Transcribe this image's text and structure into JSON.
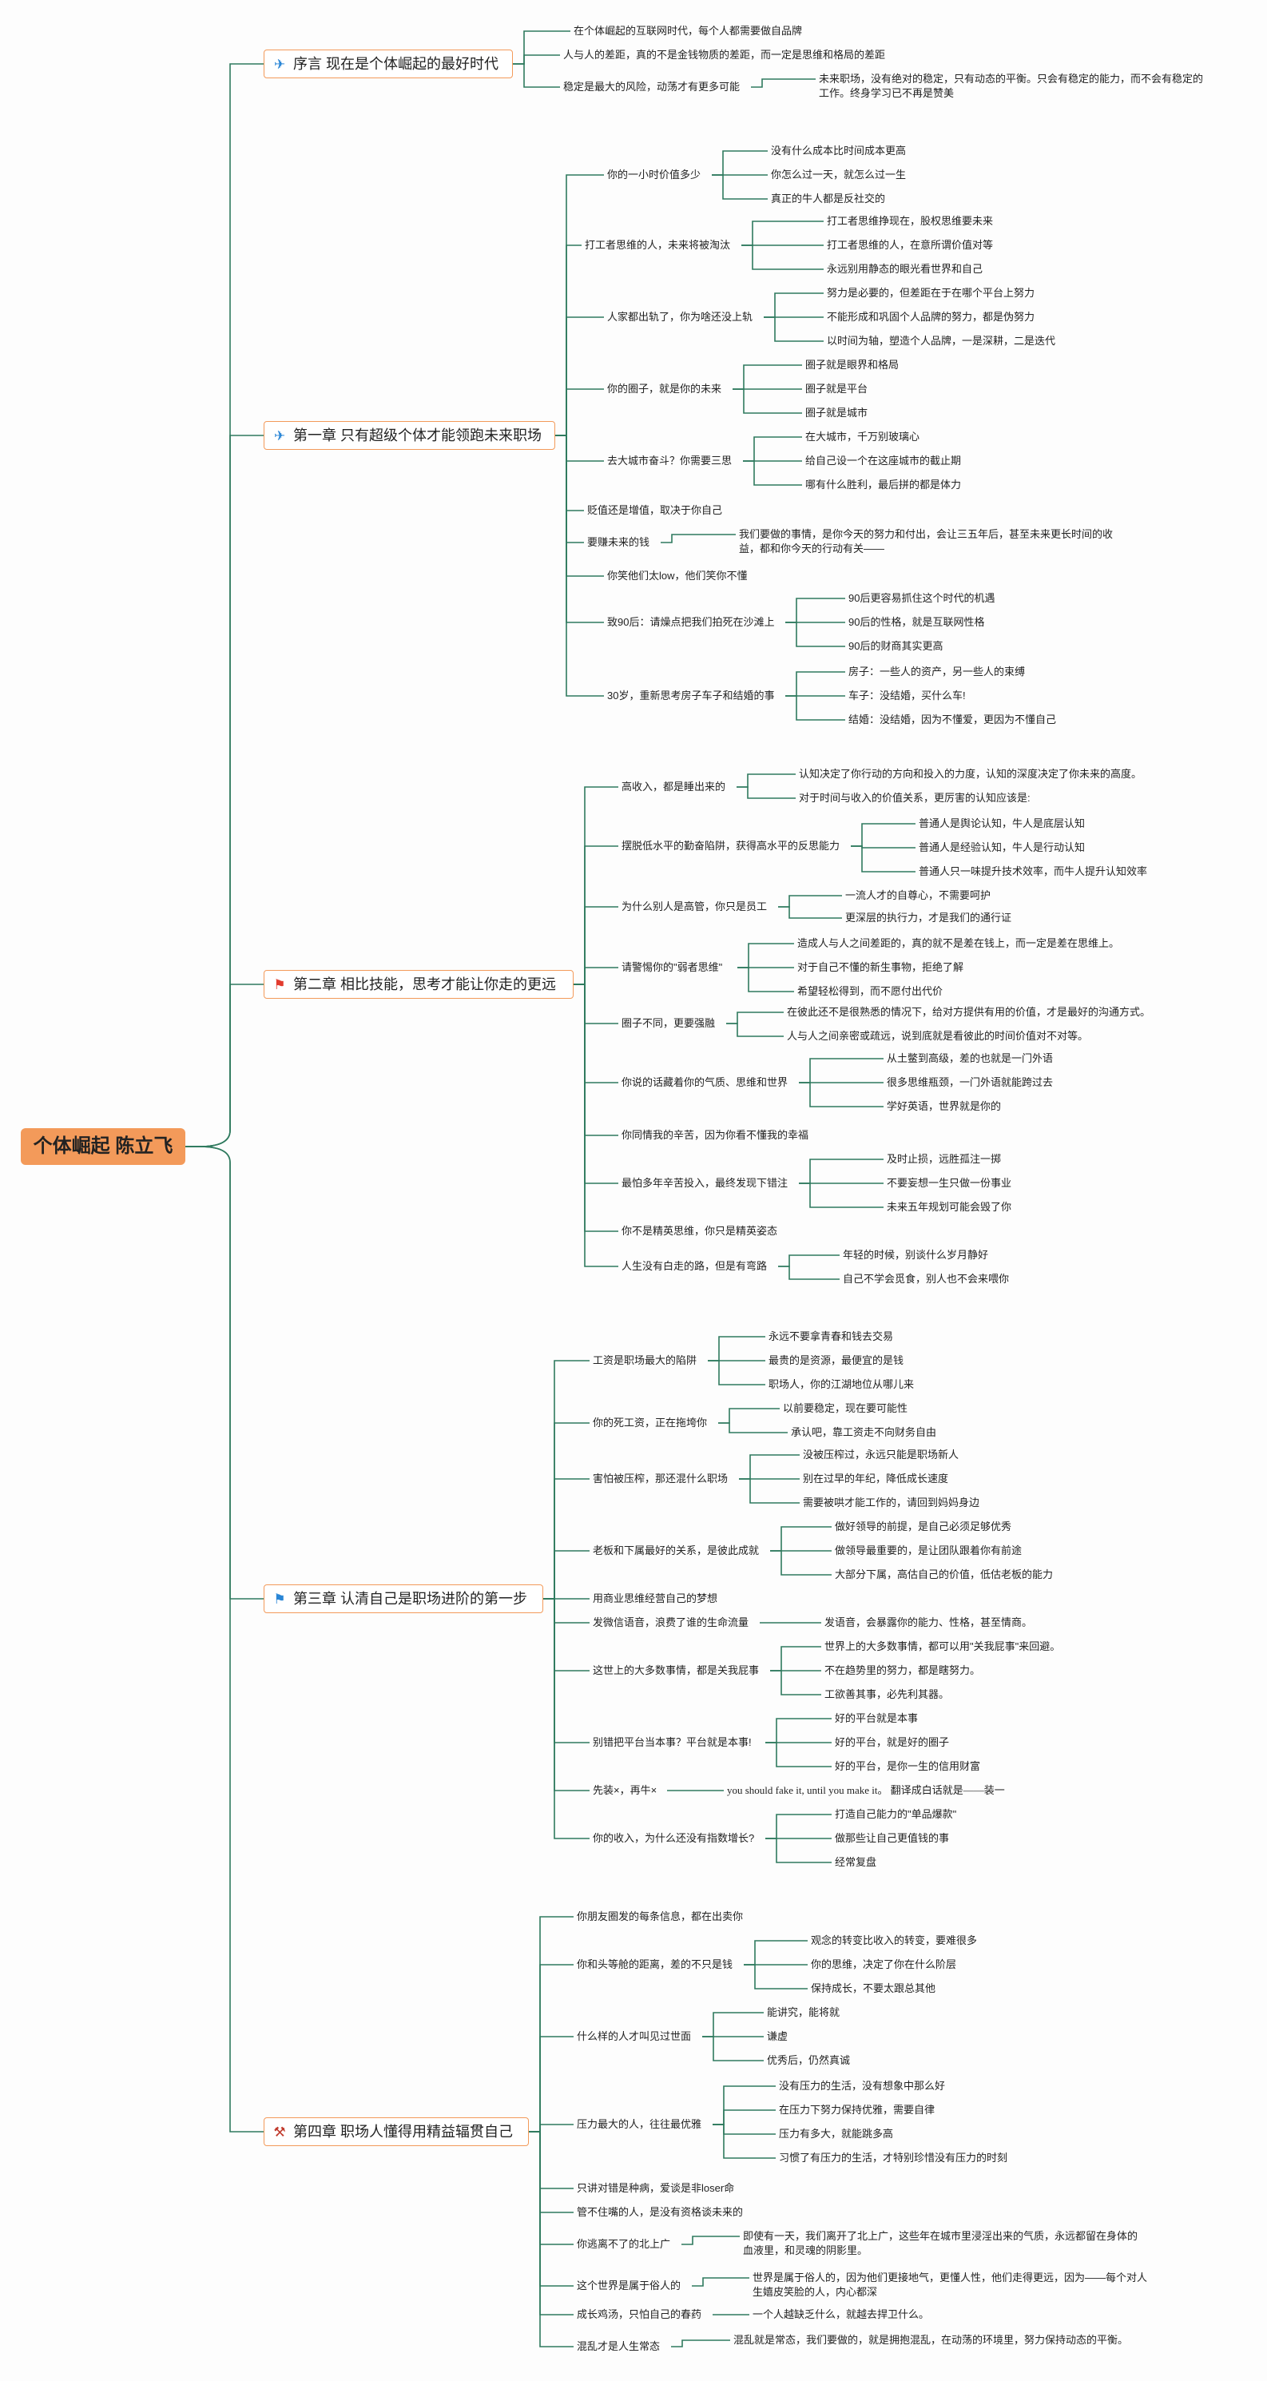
{
  "root": "个体崛起 陈立飞",
  "chapters": [
    {
      "icon": "paper-plane-icon",
      "glyph": "✈",
      "color": "#2a86d6",
      "title": "序言 现在是个体崛起的最好时代"
    },
    {
      "icon": "paper-plane-icon",
      "glyph": "✈",
      "color": "#2a86d6",
      "title": "第一章 只有超级个体才能领跑未来职场"
    },
    {
      "icon": "red-flag-icon",
      "glyph": "⚑",
      "color": "#e23b2e",
      "title": "第二章 相比技能，思考才能让你走的更远"
    },
    {
      "icon": "blue-flag-icon",
      "glyph": "⚑",
      "color": "#2a86d6",
      "title": "第三章 认清自己是职场进阶的第一步"
    },
    {
      "icon": "tools-icon",
      "glyph": "⚒",
      "color": "#c0392b",
      "title": "第四章 职场人懂得用精益辐贯自己"
    }
  ],
  "nodes": [
    "在个体崛起的互联网时代，每个人都需要做自品牌",
    "人与人的差距，真的不是金钱物质的差距，而一定是思维和格局的差距",
    "稳定是最大的风险，动荡才有更多可能",
    "未来职场，没有绝对的稳定，只有动态的平衡。只会有稳定的能力，而不会有稳定的工作。终身学习已不再是赞美",
    "你的一小时价值多少",
    "没有什么成本比时间成本更高",
    "你怎么过一天，就怎么过一生",
    "真正的牛人都是反社交的",
    "打工者思维的人，未来将被淘汰",
    "打工者思维挣现在，股权思维要未来",
    "打工者思维的人，在意所谓价值对等",
    "永远别用静态的眼光看世界和自己",
    "人家都出轨了，你为啥还没上轨",
    "努力是必要的，但差距在于在哪个平台上努力",
    "不能形成和巩固个人品牌的努力，都是伪努力",
    "以时间为轴，塑造个人品牌，一是深耕，二是迭代",
    "你的圈子，就是你的未来",
    "圈子就是眼界和格局",
    "圈子就是平台",
    "圈子就是城市",
    "去大城市奋斗？你需要三思",
    "在大城市，千万别玻璃心",
    "给自己设一个在这座城市的截止期",
    "哪有什么胜利，最后拼的都是体力",
    "贬值还是增值，取决于你自己",
    "要赚未来的钱",
    "我们要做的事情，是你今天的努力和付出，会让三五年后，甚至未来更长时间的收益，都和你今天的行动有关——",
    "你笑他们太low，他们笑你不懂",
    "致90后：请燥点把我们拍死在沙滩上",
    "90后更容易抓住这个时代的机遇",
    "90后的性格，就是互联网性格",
    "90后的财商其实更高",
    "30岁，重新思考房子车子和结婚的事",
    "房子：一些人的资产，另一些人的束缚",
    "车子：没结婚，买什么车!",
    "结婚：没结婚，因为不懂爱，更因为不懂自己",
    "高收入，都是睡出来的",
    "认知决定了你行动的方向和投入的力度，认知的深度决定了你未来的高度。",
    "对于时间与收入的价值关系，更厉害的认知应该是:",
    "摆脱低水平的勤奋陷阱，获得高水平的反思能力",
    "普通人是舆论认知，牛人是底层认知",
    "普通人是经验认知，牛人是行动认知",
    "普通人只一味提升技术效率，而牛人提升认知效率",
    "为什么别人是高管，你只是员工",
    "一流人才的自尊心，不需要呵护",
    "更深层的执行力，才是我们的通行证",
    "请警惕你的\"弱者思维\"",
    "造成人与人之间差距的，真的就不是差在钱上，而一定是差在思维上。",
    "对于自己不懂的新生事物，拒绝了解",
    "希望轻松得到，而不愿付出代价",
    "圈子不同，更要强融",
    "在彼此还不是很熟悉的情况下，给对方提供有用的价值，才是最好的沟通方式。",
    "人与人之间亲密或疏远，说到底就是看彼此的时间价值对不对等。",
    "你说的话藏着你的气质、思维和世界",
    "从土鳖到高级，差的也就是一门外语",
    "很多思维瓶颈，一门外语就能跨过去",
    "学好英语，世界就是你的",
    "你同情我的辛苦，因为你看不懂我的幸福",
    "最怕多年辛苦投入，最终发现下错注",
    "及时止损，远胜孤注一掷",
    "不要妄想一生只做一份事业",
    "未来五年规划可能会毁了你",
    "你不是精英思维，你只是精英姿态",
    "人生没有白走的路，但是有弯路",
    "年轻的时候，别谈什么岁月静好",
    "自己不学会觅食，别人也不会来喂你",
    "工资是职场最大的陷阱",
    "永远不要拿青春和钱去交易",
    "最贵的是资源，最便宜的是钱",
    "职场人，你的江湖地位从哪儿来",
    "你的死工资，正在拖垮你",
    "以前要稳定，现在要可能性",
    "承认吧，靠工资走不向财务自由",
    "害怕被压榨，那还混什么职场",
    "没被压榨过，永远只能是职场新人",
    "别在过早的年纪，降低成长速度",
    "需要被哄才能工作的，请回到妈妈身边",
    "老板和下属最好的关系，是彼此成就",
    "做好领导的前提，是自己必须足够优秀",
    "做领导最重要的，是让团队跟着你有前途",
    "大部分下属，高估自己的价值，低估老板的能力",
    "用商业思维经营自己的梦想",
    "发微信语音，浪费了谁的生命流量",
    "发语音，会暴露你的能力、性格，甚至情商。",
    "这世上的大多数事情，都是关我屁事",
    "世界上的大多数事情，都可以用\"关我屁事\"来回避。",
    "不在趋势里的努力，都是瞎努力。",
    "工欲善其事，必先利其器。",
    "别错把平台当本事？平台就是本事!",
    "好的平台就是本事",
    "好的平台，就是好的圈子",
    "好的平台，是你一生的信用财富",
    "先装×，再牛×",
    "you should fake it, until you make it。 翻译成白话就是——装一",
    "你的收入，为什么还没有指数增长?",
    "打造自己能力的\"单品爆款\"",
    "做那些让自己更值钱的事",
    "经常复盘",
    "你朋友圈发的每条信息，都在出卖你",
    "你和头等舱的距离，差的不只是钱",
    "观念的转变比收入的转变，要难很多",
    "你的思维，决定了你在什么阶层",
    "保持成长，不要太跟总其他",
    "什么样的人才叫见过世面",
    "能讲究，能将就",
    "谦虚",
    "优秀后，仍然真诚",
    "压力最大的人，往往最优雅",
    "没有压力的生活，没有想象中那么好",
    "在压力下努力保持优雅，需要自律",
    "压力有多大，就能跳多高",
    "习惯了有压力的生活，才特别珍惜没有压力的时刻",
    "只讲对错是种病，爱谈是非loser命",
    "管不住嘴的人，是没有资格谈未来的",
    "你逃离不了的北上广",
    "即使有一天，我们离开了北上广，这些年在城市里浸淫出来的气质，永远都留在身体的血液里，和灵魂的阴影里。",
    "这个世界是属于俗人的",
    "世界是属于俗人的，因为他们更接地气，更懂人性，他们走得更远，因为——每个对人生嬉皮笑脸的人，内心都深",
    "成长鸡汤，只怕自己的春药",
    "一个人越缺乏什么，就越去捍卫什么。",
    "混乱才是人生常态",
    "混乱就是常态，我们要做的，就是拥抱混乱，在动荡的环境里，努力保持动态的平衡。"
  ]
}
